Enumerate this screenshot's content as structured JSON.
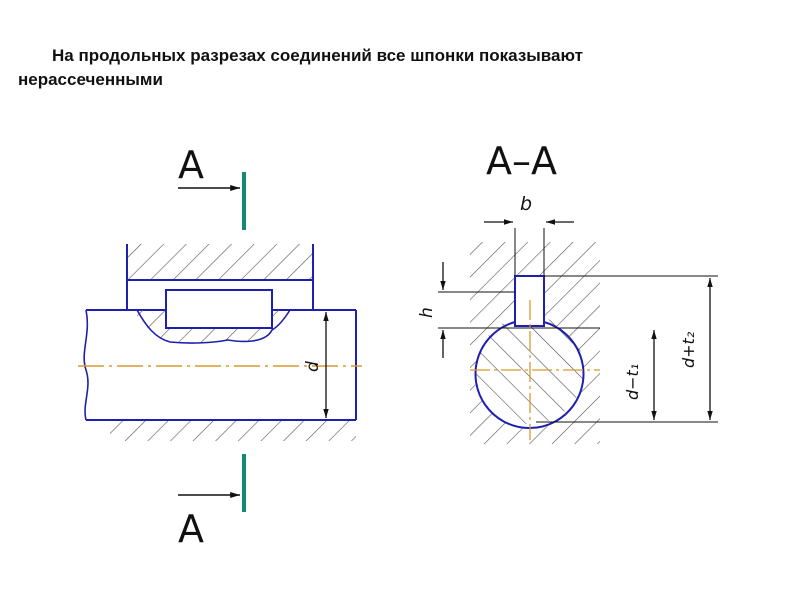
{
  "caption": {
    "line1": "На продольных разрезах соединений все шпонки показывают",
    "line2": "нерассеченными"
  },
  "section_marks": {
    "top": "А",
    "bottom": "А",
    "section_title": "А–А"
  },
  "dimensions": {
    "b": "b",
    "h": "h",
    "d": "d",
    "d_minus_t1": "d−t₁",
    "d_plus_t2": "d+t₂"
  },
  "colors": {
    "outline": "#1f1fb0",
    "cutting_plane": "#138a78",
    "axis": "#d89a2c",
    "hatch": "#555555",
    "dimension": "#111111"
  }
}
